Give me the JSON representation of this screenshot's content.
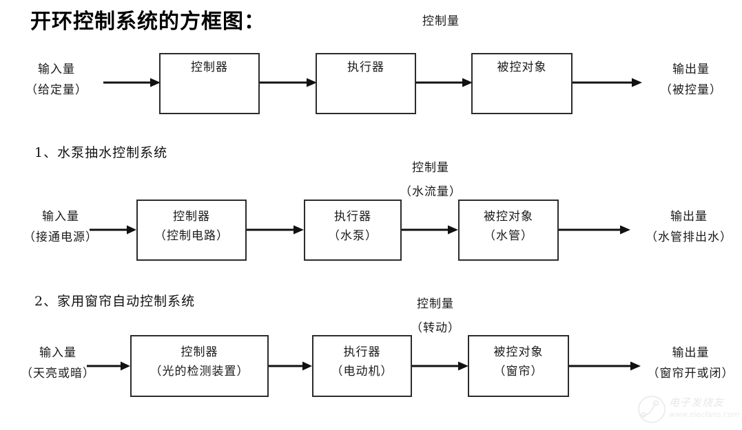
{
  "title": "开环控制系统的方框图：",
  "diagrams": [
    {
      "heading": "",
      "input": {
        "line1": "输入量",
        "line2": "（给定量）"
      },
      "signal": {
        "line1": "控制量",
        "line2": ""
      },
      "boxes": [
        {
          "line1": "控制器",
          "line2": ""
        },
        {
          "line1": "执行器",
          "line2": ""
        },
        {
          "line1": "被控对象",
          "line2": ""
        }
      ],
      "output": {
        "line1": "输出量",
        "line2": "（被控量）"
      }
    },
    {
      "heading": "1、水泵抽水控制系统",
      "input": {
        "line1": "输入量",
        "line2": "（接通电源）"
      },
      "signal": {
        "line1": "控制量",
        "line2": "（水流量）"
      },
      "boxes": [
        {
          "line1": "控制器",
          "line2": "（控制电路）"
        },
        {
          "line1": "执行器",
          "line2": "（水泵）"
        },
        {
          "line1": "被控对象",
          "line2": "（水管）"
        }
      ],
      "output": {
        "line1": "输出量",
        "line2": "（水管排出水）"
      }
    },
    {
      "heading": "2、家用窗帘自动控制系统",
      "input": {
        "line1": "输入量",
        "line2": "（天亮或暗）"
      },
      "signal": {
        "line1": "控制量",
        "line2": "（转动）"
      },
      "boxes": [
        {
          "line1": "控制器",
          "line2": "（光的检测装置）"
        },
        {
          "line1": "执行器",
          "line2": "（电动机）"
        },
        {
          "line1": "被控对象",
          "line2": "（窗帘）"
        }
      ],
      "output": {
        "line1": "输出量",
        "line2": "（窗帘开或闭）"
      }
    }
  ],
  "watermark": {
    "text": "电子发烧友",
    "url": "www.elecfans.com"
  },
  "colors": {
    "box_border": "#2b2b2b",
    "arrow": "#111111",
    "text": "#1a1a1a",
    "background": "#ffffff"
  }
}
